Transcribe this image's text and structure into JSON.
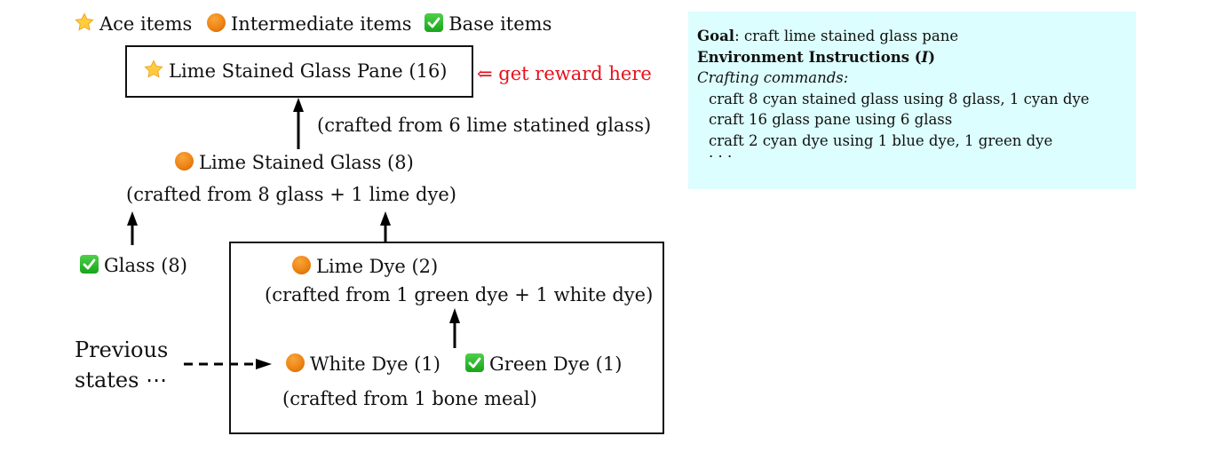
{
  "legend": {
    "ace_label": "Ace items",
    "intermediate_label": "Intermediate items",
    "base_label": "Base items"
  },
  "colors": {
    "panel_bg": "#dcfefe",
    "reward_text": "#e8101b",
    "intermediate_dot": "#ee8414",
    "base_check": "#17a51a",
    "ace_star": "#ffc83a"
  },
  "nodes": {
    "goal": {
      "icon": "star-icon",
      "label": "Lime Stained Glass Pane (16)",
      "note": "(crafted from 6 lime statined glass)"
    },
    "reward": {
      "arrow": "⇐",
      "label": "get reward here"
    },
    "lime_stained_glass": {
      "icon": "orange-circle-icon",
      "label": "Lime Stained Glass (8)",
      "note": "(crafted from 8 glass + 1 lime dye)"
    },
    "glass": {
      "icon": "check-icon",
      "label": "Glass (8)"
    },
    "lime_dye": {
      "icon": "orange-circle-icon",
      "label": "Lime Dye (2)",
      "note": "(crafted from 1 green dye + 1 white dye)"
    },
    "white_dye": {
      "icon": "orange-circle-icon",
      "label": "White Dye (1)",
      "note": "(crafted from 1 bone meal)"
    },
    "green_dye": {
      "icon": "check-icon",
      "label": "Green Dye (1)"
    },
    "previous": {
      "line1": "Previous",
      "line2": "states ⋯"
    }
  },
  "panel": {
    "goal_key": "Goal",
    "goal_value": ": craft lime stained glass pane",
    "instructions_title": "Environment Instructions (",
    "instructions_symbol": "I",
    "instructions_close": ")",
    "commands_heading": "Crafting commands:",
    "commands": [
      "craft 8 cyan stained glass using 8 glass, 1 cyan dye",
      "craft 16 glass pane using 6 glass",
      "craft 2 cyan dye using 1 blue dye, 1 green dye",
      "· · ·"
    ]
  }
}
